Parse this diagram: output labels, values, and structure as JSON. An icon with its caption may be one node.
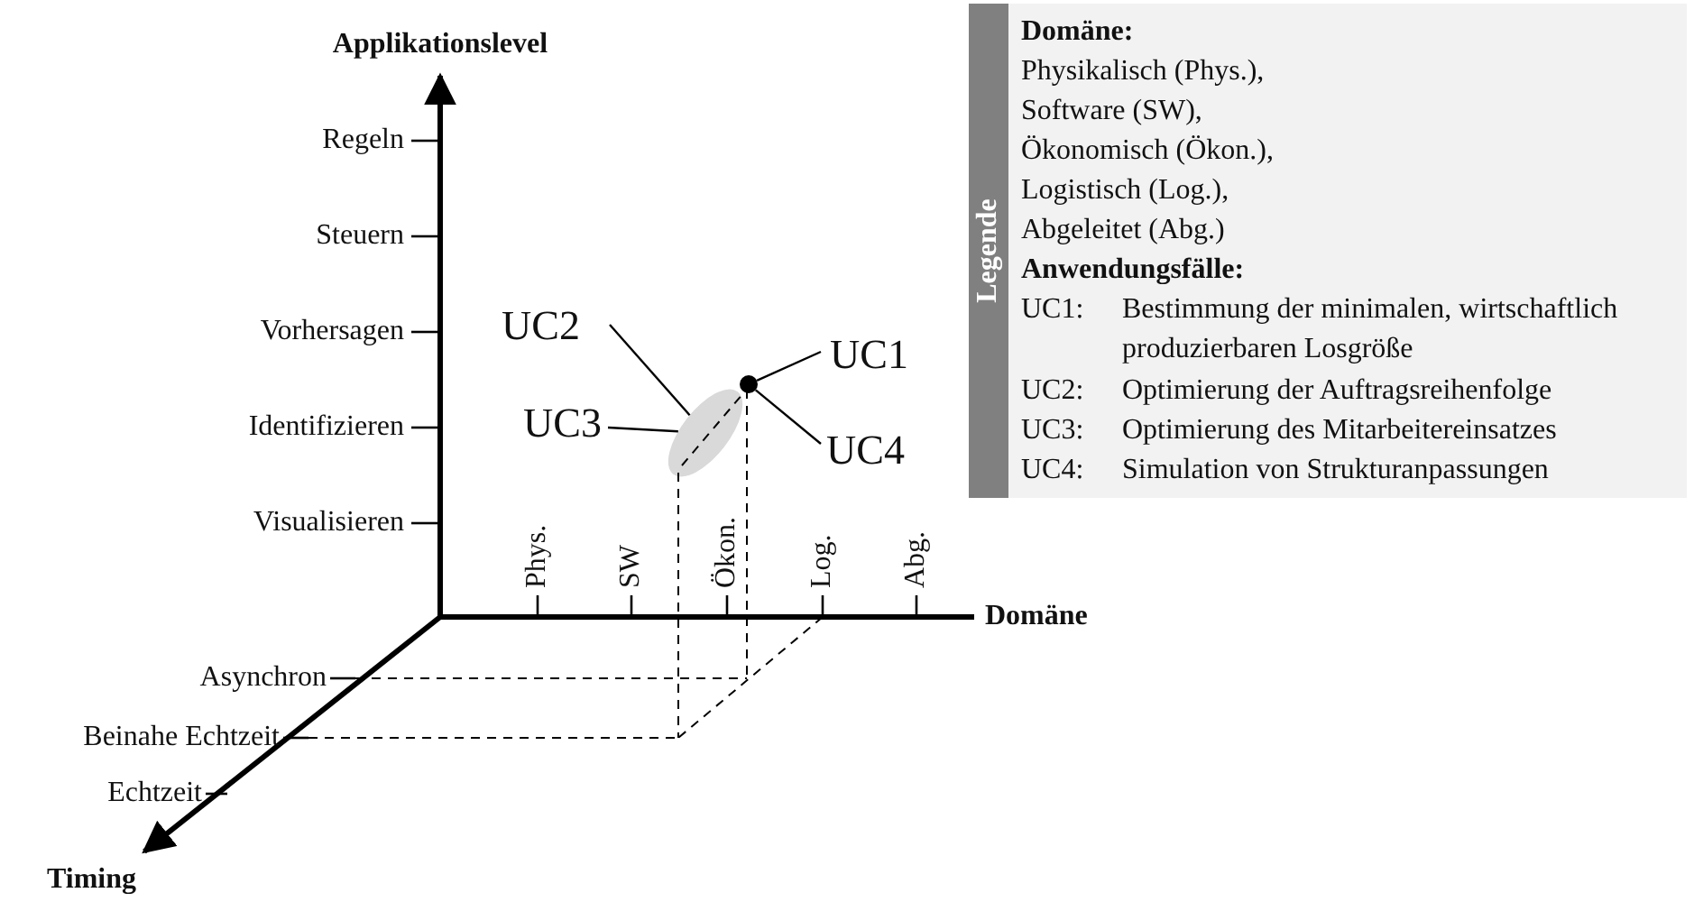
{
  "diagram": {
    "nodes": [
      {
        "text": [
          "UC2"
        ]
      },
      {
        "text": [
          "UC3"
        ]
      },
      {
        "text": [
          "UC1"
        ]
      },
      {
        "text": [
          "UC4"
        ]
      },
      {
        "text": [],
        "shape": "ellipse"
      },
      {
        "text": [],
        "shape": "circle"
      }
    ],
    "edges": [
      {
        "from": 0,
        "to": 4,
        "arrow": "none"
      },
      {
        "from": 1,
        "to": 4,
        "arrow": "none"
      },
      {
        "from": 2,
        "to": 5,
        "arrow": "none"
      },
      {
        "from": 3,
        "to": 5,
        "arrow": "none"
      }
    ],
    "labels": [
      "Applikationslevel",
      "Regeln",
      "Steuern",
      "Vorhersagen",
      "Identifizieren",
      "Visualisieren",
      "Phys.",
      "SW",
      "Ökon.",
      "Log.",
      "Abg.",
      "Domäne",
      "Asynchron",
      "Beinahe Echtzeit",
      "Echtzeit",
      "Timing",
      "Legende",
      "Domäne:",
      "Physikalisch (Phys.),",
      "Software (SW),",
      "Ökonomisch (Ökon.),",
      "Logistisch (Log.),",
      "Abgeleitet (Abg.)",
      "Anwendungsfälle:",
      "UC1:",
      "Bestimmung der minimalen, wirtschaftlich produzierbaren Losgröße",
      "UC2:",
      "Optimierung der Auftragsreihenfolge",
      "UC3:",
      "Optimierung des Mitarbeitereinsatzes",
      "UC4:",
      "Simulation von Strukturanpassungen"
    ]
  }
}
